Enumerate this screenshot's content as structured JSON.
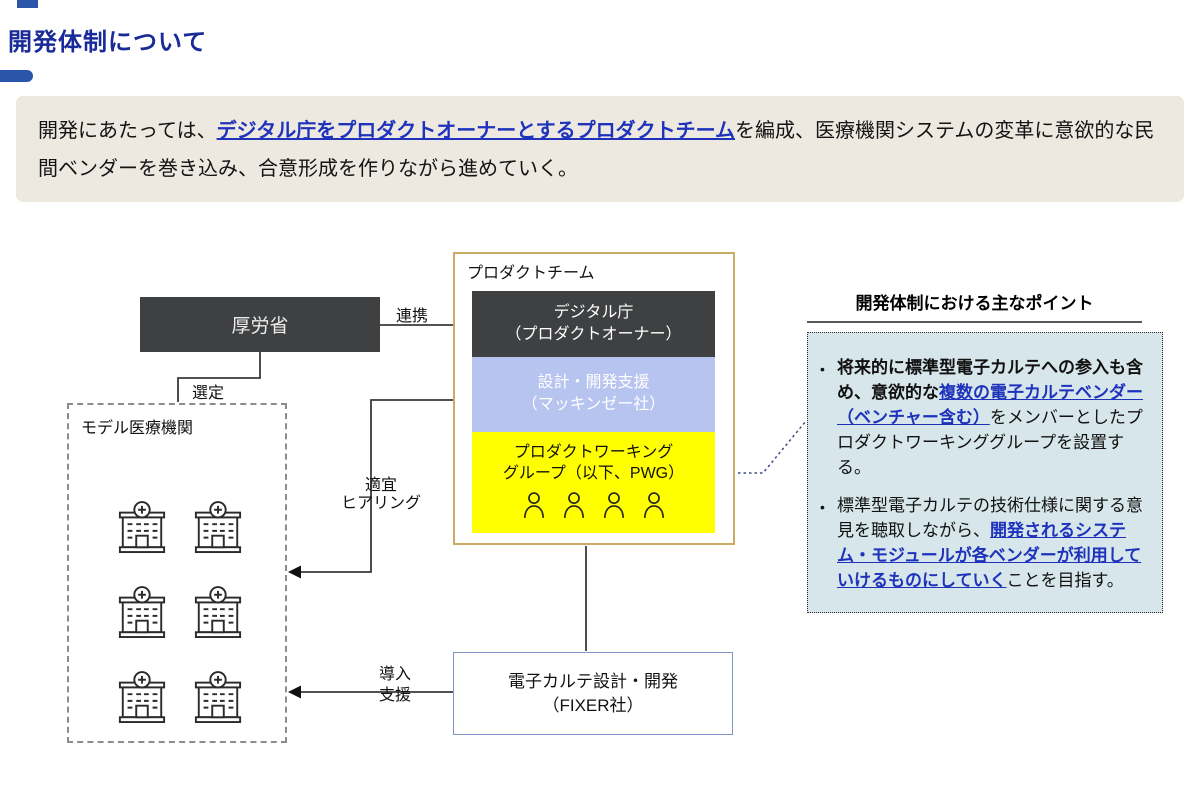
{
  "colors": {
    "title_navy": "#1A2A99",
    "accent_blue": "#2B55A9",
    "link_blue": "#1E32BC",
    "dark_box": "#3F4042",
    "periwinkle_box": "#B8C4F0",
    "yellow_box": "#FFFF00",
    "gold_border": "#C9AC62",
    "fixer_border": "#7F94C4",
    "lead_bg": "#EDE8E0",
    "points_bg": "#D6E6EA"
  },
  "header": {
    "title": "開発体制について"
  },
  "lead": {
    "prefix": "開発にあたっては、",
    "link": "デジタル庁をプロダクトオーナーとするプロダクトチーム",
    "suffix": "を編成、医療機関システムの変革に意欲的な民間ベンダーを巻き込み、合意形成を作りながら進めていく。"
  },
  "diagram": {
    "mhlw": {
      "label": "厚労省"
    },
    "product_team": {
      "title": "プロダクトチーム",
      "digital_agency": {
        "line1": "デジタル庁",
        "line2": "（プロダクトオーナー）"
      },
      "design_support": {
        "line1": "設計・開発支援",
        "line2": "（マッキンゼー社）"
      },
      "pwg": {
        "line1": "プロダクトワーキング",
        "line2": "グループ（以下、PWG）",
        "member_count": 4
      }
    },
    "model_institutions": {
      "label": "モデル医療機関",
      "hospital_count": 6
    },
    "fixer": {
      "line1": "電子カルテ設計・開発",
      "line2": "（FIXER社）"
    },
    "edges": {
      "renkei": "連携",
      "sentei": "選定",
      "hearing": [
        "適宜",
        "ヒアリング"
      ],
      "donyu": [
        "導入",
        "支援"
      ]
    },
    "icons": {
      "hospital": "hospital-building-icon",
      "member": "person-icon"
    }
  },
  "points": {
    "title": "開発体制における主なポイント",
    "bullets": [
      {
        "segments": [
          {
            "text": "将来的に標準型電子カルテへの参入も含め、意欲的な",
            "style": "bold"
          },
          {
            "text": "複数の電子カルテベンダー（ベンチャー含む）",
            "style": "link"
          },
          {
            "text": "をメンバーとしたプロダクトワーキンググループを設置する。",
            "style": "plain"
          }
        ]
      },
      {
        "segments": [
          {
            "text": "標準型電子カルテの技術仕様に関する意見を聴取しながら、",
            "style": "plain"
          },
          {
            "text": "開発されるシステム・モジュールが各ベンダーが利用していけるものにしていく",
            "style": "link"
          },
          {
            "text": "ことを目指す。",
            "style": "plain"
          }
        ]
      }
    ]
  }
}
